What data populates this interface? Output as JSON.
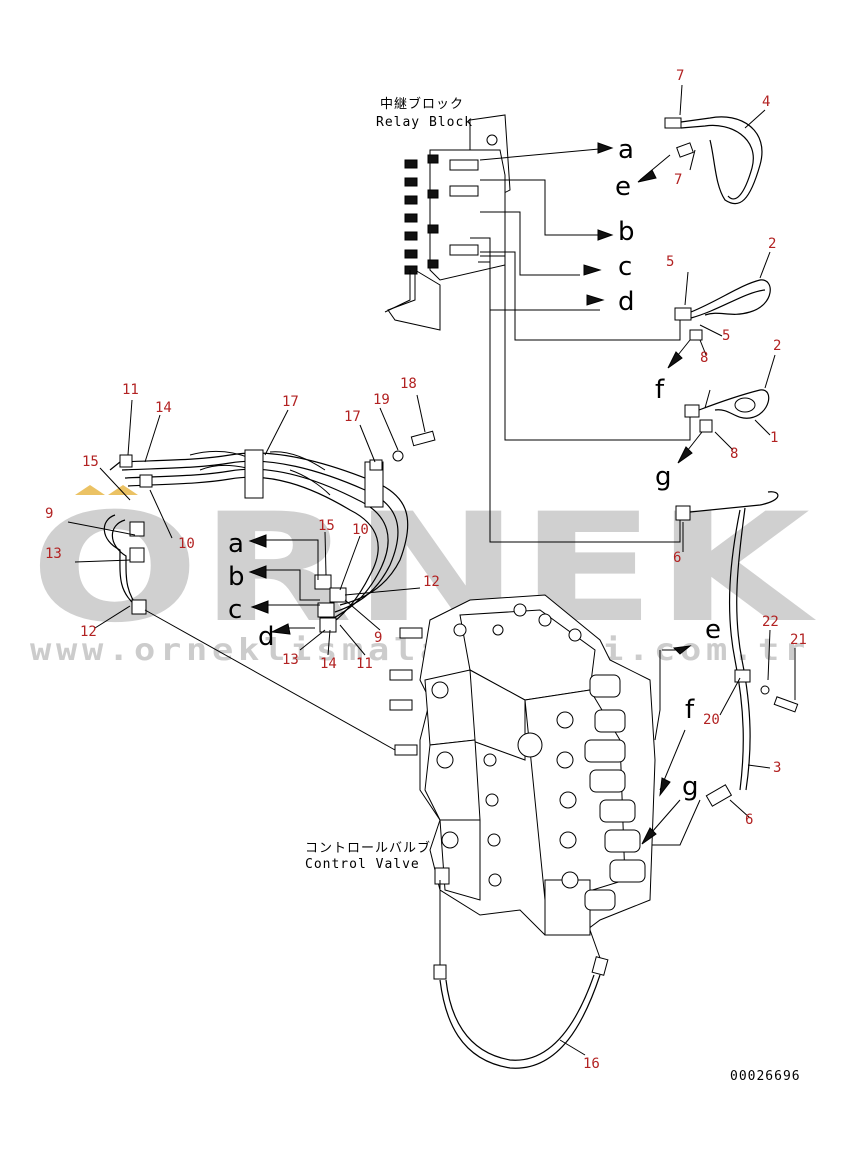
{
  "watermark": {
    "brand": "ORNEK",
    "url": "www.orneklismalarlarari.com.tr"
  },
  "captions": {
    "relay_block_jp": "中継ブロック",
    "relay_block_en": "Relay Block",
    "control_valve_jp": "コントロールバルブ",
    "control_valve_en": "Control Valve",
    "drawing_number": "00026696"
  },
  "connection_letters": {
    "relay": [
      "a",
      "e",
      "b",
      "c",
      "d",
      "f",
      "g"
    ],
    "left": [
      "a",
      "b",
      "c",
      "d"
    ],
    "valve": [
      "e",
      "f",
      "g"
    ]
  },
  "part_labels": [
    {
      "id": "p7a",
      "text": "7"
    },
    {
      "id": "p4",
      "text": "4"
    },
    {
      "id": "p7b",
      "text": "7"
    },
    {
      "id": "p2a",
      "text": "2"
    },
    {
      "id": "p5a",
      "text": "5"
    },
    {
      "id": "p5b",
      "text": "5"
    },
    {
      "id": "p8a",
      "text": "8"
    },
    {
      "id": "p2b",
      "text": "2"
    },
    {
      "id": "p1",
      "text": "1"
    },
    {
      "id": "p8b",
      "text": "8"
    },
    {
      "id": "p6a",
      "text": "6"
    },
    {
      "id": "p22",
      "text": "22"
    },
    {
      "id": "p21",
      "text": "21"
    },
    {
      "id": "p20",
      "text": "20"
    },
    {
      "id": "p3",
      "text": "3"
    },
    {
      "id": "p6b",
      "text": "6"
    },
    {
      "id": "p16",
      "text": "16"
    },
    {
      "id": "p18",
      "text": "18"
    },
    {
      "id": "p19",
      "text": "19"
    },
    {
      "id": "p17a",
      "text": "17"
    },
    {
      "id": "p17b",
      "text": "17"
    },
    {
      "id": "p11a",
      "text": "11"
    },
    {
      "id": "p14a",
      "text": "14"
    },
    {
      "id": "p15a",
      "text": "15"
    },
    {
      "id": "p10a",
      "text": "10"
    },
    {
      "id": "p9a",
      "text": "9"
    },
    {
      "id": "p13a",
      "text": "13"
    },
    {
      "id": "p12a",
      "text": "12"
    },
    {
      "id": "p15b",
      "text": "15"
    },
    {
      "id": "p10b",
      "text": "10"
    },
    {
      "id": "p12b",
      "text": "12"
    },
    {
      "id": "p9b",
      "text": "9"
    },
    {
      "id": "p13b",
      "text": "13"
    },
    {
      "id": "p14b",
      "text": "14"
    },
    {
      "id": "p11b",
      "text": "11"
    }
  ]
}
